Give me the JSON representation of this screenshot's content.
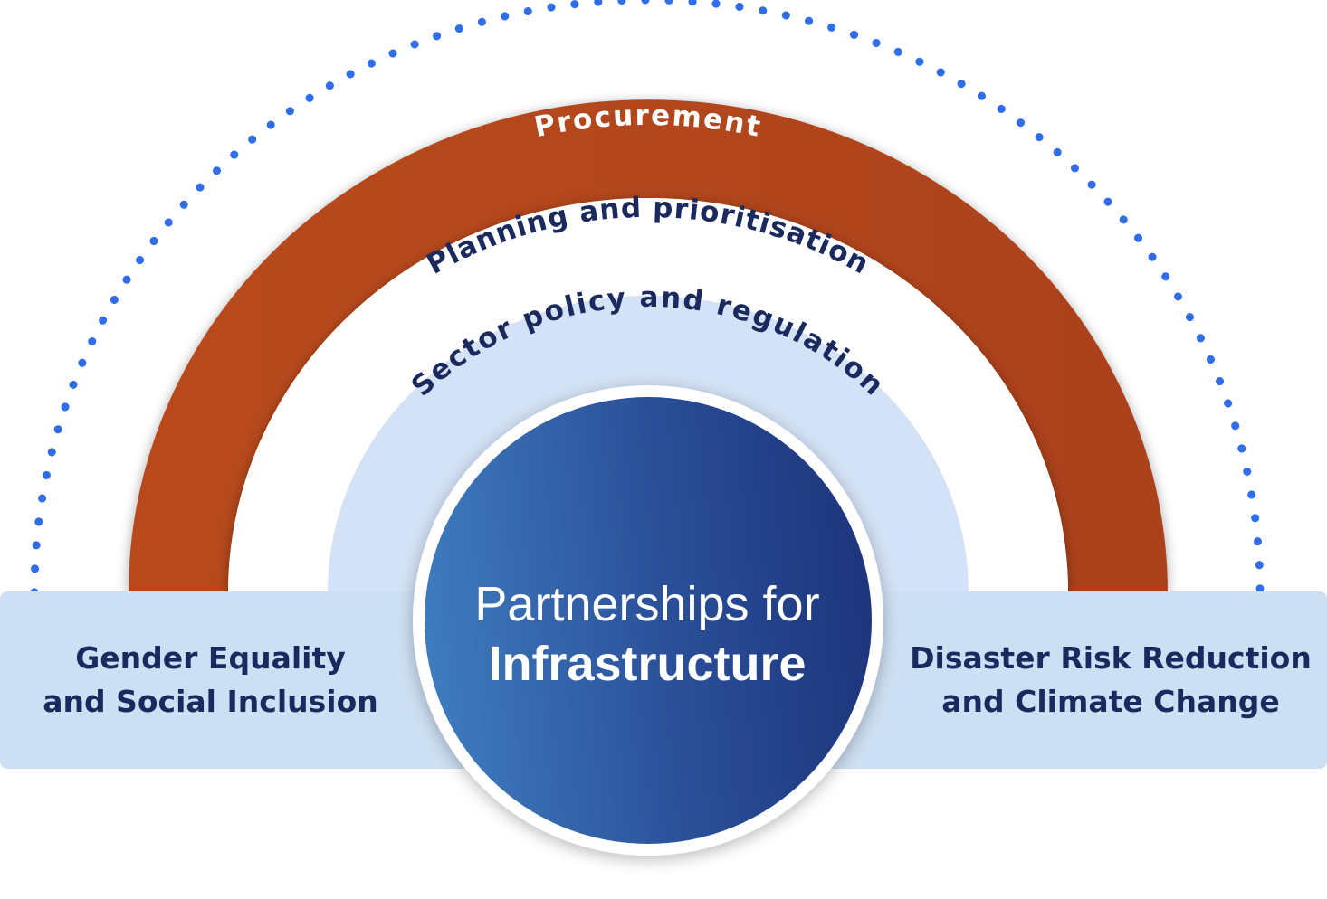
{
  "diagram": {
    "center": {
      "line1": "Partnerships for",
      "line2": "Infrastructure"
    },
    "arcs": {
      "outer": "Procurement",
      "middle": "Planning and prioritisation",
      "inner": "Sector policy and regulation"
    },
    "side_left": {
      "line1": "Gender Equality",
      "line2": "and Social Inclusion"
    },
    "side_right": {
      "line1": "Disaster Risk Reduction",
      "line2": "and Climate Change"
    }
  },
  "colors": {
    "outer_band": "#b84a1f",
    "inner_band": "#d3e2f6",
    "side_band": "#cddff2",
    "dotted_ring": "#2f6ee8",
    "text_dark": "#1b2a5e",
    "circle_start": "#3f7cbf",
    "circle_end": "#1d357c"
  }
}
